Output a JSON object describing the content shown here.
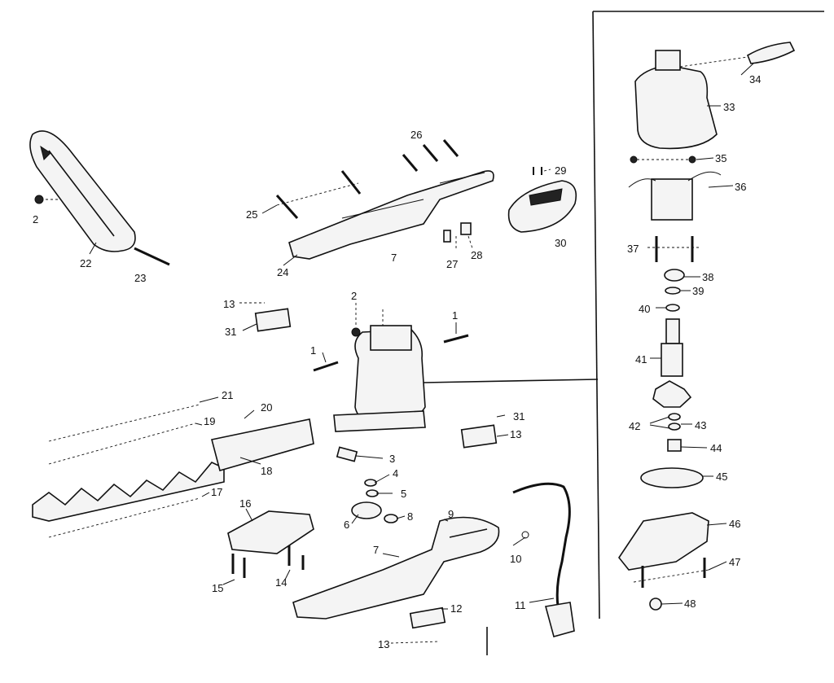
{
  "callouts": [
    "1",
    "2",
    "3",
    "4",
    "5",
    "6",
    "7",
    "8",
    "9",
    "10",
    "11",
    "12",
    "13",
    "14",
    "15",
    "16",
    "17",
    "18",
    "19",
    "20",
    "21",
    "22",
    "23",
    "24",
    "25",
    "26",
    "27",
    "28",
    "29",
    "30",
    "31",
    "33",
    "34",
    "35",
    "36",
    "37",
    "38",
    "39",
    "40",
    "41",
    "42",
    "43",
    "44",
    "45",
    "46",
    "47",
    "48"
  ]
}
